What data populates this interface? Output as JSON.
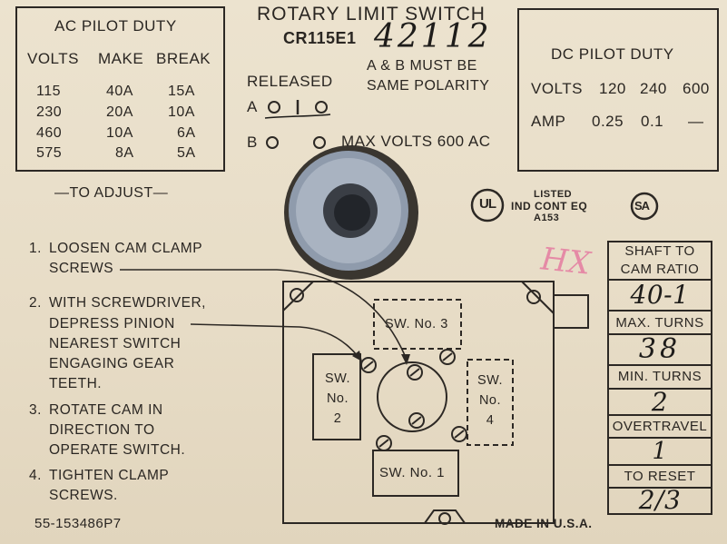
{
  "title": "ROTARY LIMIT SWITCH",
  "model_number": "CR115E1",
  "handwritten_number": "42112",
  "ac_pilot_duty": {
    "heading": "AC PILOT DUTY",
    "columns": [
      "VOLTS",
      "MAKE",
      "BREAK"
    ],
    "rows": [
      [
        "115",
        "40A",
        "15A"
      ],
      [
        "230",
        "20A",
        "10A"
      ],
      [
        "460",
        "10A",
        "6A"
      ],
      [
        "575",
        "8A",
        "5A"
      ]
    ]
  },
  "dc_pilot_duty": {
    "heading": "DC PILOT DUTY",
    "volts_label": "VOLTS",
    "volts": [
      "120",
      "240",
      "600"
    ],
    "amp_label": "AMP",
    "amps": [
      "0.25",
      "0.1",
      "—"
    ]
  },
  "released_label": "RELEASED",
  "a_label": "A",
  "a_symbols": "O I O",
  "b_label": "B",
  "polarity_line1": "A & B MUST BE",
  "polarity_line2": "SAME POLARITY",
  "max_volts": "MAX VOLTS 600 AC",
  "ul_mark": {
    "symbol": "UL",
    "line1": "LISTED",
    "line2": "IND CONT EQ",
    "line3": "A153"
  },
  "csa_mark": "SA",
  "hx_mark": "HX",
  "to_adjust": "—TO ADJUST—",
  "instructions": [
    {
      "num": "1.",
      "lines": [
        "LOOSEN CAM CLAMP",
        "SCREWS"
      ]
    },
    {
      "num": "2.",
      "lines": [
        "WITH SCREWDRIVER,",
        "DEPRESS PINION",
        "NEAREST SWITCH",
        "ENGAGING GEAR",
        "TEETH."
      ]
    },
    {
      "num": "3.",
      "lines": [
        "ROTATE CAM IN",
        "DIRECTION TO",
        "OPERATE SWITCH."
      ]
    },
    {
      "num": "4.",
      "lines": [
        "TIGHTEN CLAMP",
        "SCREWS."
      ]
    }
  ],
  "switches": {
    "sw1": "SW. No. 1",
    "sw2": [
      "SW.",
      "No.",
      "2"
    ],
    "sw3": "SW. No. 3",
    "sw4": [
      "SW.",
      "No.",
      "4"
    ]
  },
  "ratio_table": {
    "shaft_label_1": "SHAFT TO",
    "shaft_label_2": "CAM RATIO",
    "shaft_value": "40-1",
    "max_turns_label": "MAX. TURNS",
    "max_turns_value": "38",
    "min_turns_label": "MIN. TURNS",
    "min_turns_value": "2",
    "overtravel_label": "OVERTRAVEL",
    "overtravel_value": "1",
    "reset_label": "TO RESET",
    "reset_value": "2/3"
  },
  "part_number": "55-153486P7",
  "made_in": "MADE IN U.S.A.",
  "colors": {
    "plate": "#e9dfca",
    "ink": "#2a2622",
    "hx_pink": "#e58aa6",
    "shaft_metal": "#8c98aa"
  }
}
